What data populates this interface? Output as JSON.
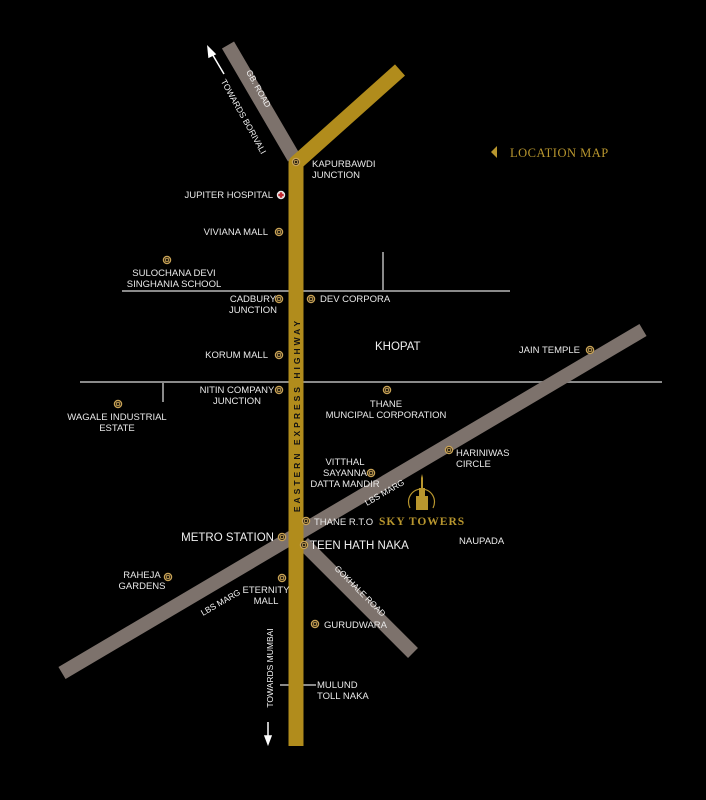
{
  "title": "LOCATION MAP",
  "colors": {
    "background": "#000000",
    "highway": "#b18c1c",
    "road": "#7d726c",
    "thin_road": "#8a8a8a",
    "marker": "#c9a356",
    "accent": "#b8962e"
  },
  "roads": {
    "highway": "EASTERN EXPRESS HIGHWAY",
    "gb_road": "GB. ROAD",
    "towards_borivali": "TOWARDS BORIVALI",
    "lbs_marg_upper": "LBS MARG",
    "lbs_marg_lower": "LBS MARG",
    "gokhale_road": "GOKHALE ROAD",
    "towards_mumbai": "TOWARDS MUMBAI"
  },
  "areas": {
    "khopat": "KHOPAT",
    "naupada": "NAUPADA"
  },
  "project": {
    "name": "SKY TOWERS",
    "icon": "tower-logo-icon"
  },
  "landmarks": {
    "kapurbawdi": [
      "KAPURBAWDI",
      "JUNCTION"
    ],
    "jupiter": [
      "JUPITER HOSPITAL"
    ],
    "viviana": [
      "VIVIANA MALL"
    ],
    "sulochana": [
      "SULOCHANA DEVI",
      "SINGHANIA SCHOOL"
    ],
    "cadbury": [
      "CADBURY",
      "JUNCTION"
    ],
    "dev_corpora": [
      "DEV CORPORA"
    ],
    "korum": [
      "KORUM MALL"
    ],
    "nitin": [
      "NITIN COMPANY",
      "JUNCTION"
    ],
    "wagale": [
      "WAGALE INDUSTRIAL",
      "ESTATE"
    ],
    "thane_mc": [
      "THANE",
      "MUNCIPAL CORPORATION"
    ],
    "jain": [
      "JAIN TEMPLE"
    ],
    "hariniwas": [
      "HARINIWAS",
      "CIRCLE"
    ],
    "vitthal": [
      "VITTHAL",
      "SAYANNA",
      "DATTA MANDIR"
    ],
    "rto": [
      "THANE R.T.O"
    ],
    "metro": [
      "METRO STATION"
    ],
    "teen_hath": [
      "TEEN HATH NAKA"
    ],
    "eternity": [
      "ETERNITY",
      "MALL"
    ],
    "raheja": [
      "RAHEJA",
      "GARDENS"
    ],
    "gurudwara": [
      "GURUDWARA"
    ],
    "mulund": [
      "MULUND",
      "TOLL NAKA"
    ]
  }
}
